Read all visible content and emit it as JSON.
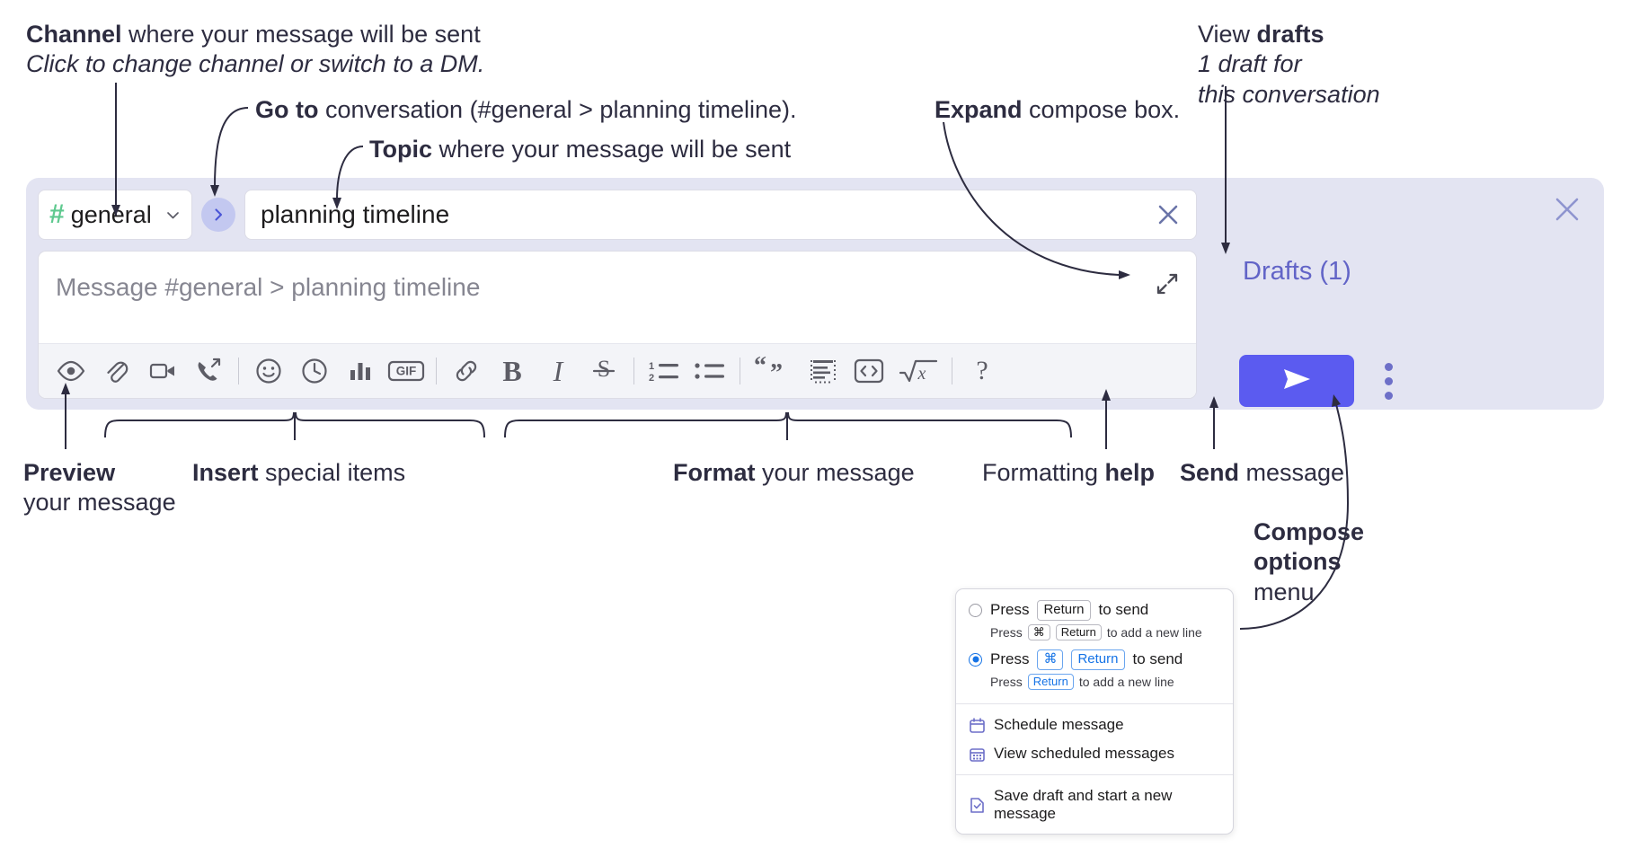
{
  "annotations": {
    "channel": {
      "line1_bold": "Channel",
      "line1_rest": " where your message will be sent",
      "line2_italic": "Click to change channel or switch to a DM."
    },
    "goto": {
      "bold": "Go to",
      "rest": " conversation (#general > planning timeline)."
    },
    "topic": {
      "bold": "Topic",
      "rest": " where your message will be sent"
    },
    "expand": {
      "bold": "Expand",
      "rest": " compose box."
    },
    "drafts": {
      "line1_lt": "View ",
      "line1_bold": "drafts",
      "line2_italic": "1 draft for",
      "line3_italic": "this conversation"
    },
    "preview": {
      "bold": "Preview",
      "line2": "your message"
    },
    "insert": {
      "bold": "Insert",
      "rest": " special items"
    },
    "format": {
      "bold": "Format",
      "rest": " your message"
    },
    "formatting_help": {
      "lt": "Formatting ",
      "bold": "help"
    },
    "send": {
      "bold": "Send",
      "rest": " message"
    },
    "compose_options": {
      "line1": "Compose",
      "line2": "options",
      "line3": "menu"
    }
  },
  "compose": {
    "channel_picker": {
      "hash": "#",
      "name": "general",
      "chevron_icon": "chevron-down-icon"
    },
    "goto_icon": "chevron-right-icon",
    "topic": {
      "value": "planning timeline",
      "clear_icon": "close-icon"
    },
    "message": {
      "placeholder": "Message #general > planning timeline",
      "value": "",
      "expand_icon": "expand-icon"
    },
    "toolbar": [
      {
        "name": "preview-icon",
        "label": "Preview",
        "group": "preview"
      },
      {
        "name": "attachment-icon",
        "label": "Attach file",
        "group": "insert"
      },
      {
        "name": "video-icon",
        "label": "Video clip",
        "group": "insert"
      },
      {
        "name": "audio-call-icon",
        "label": "Audio clip",
        "group": "insert"
      },
      {
        "name": "emoji-icon",
        "label": "Emoji",
        "group": "insert"
      },
      {
        "name": "clock-icon",
        "label": "Reminder",
        "group": "insert"
      },
      {
        "name": "poll-icon",
        "label": "Poll",
        "group": "insert"
      },
      {
        "name": "gif-icon",
        "label": "GIF",
        "group": "insert"
      },
      {
        "name": "link-icon",
        "label": "Link",
        "group": "format"
      },
      {
        "name": "bold-icon",
        "label": "B",
        "group": "format"
      },
      {
        "name": "italic-icon",
        "label": "I",
        "group": "format"
      },
      {
        "name": "strikethrough-icon",
        "label": "S",
        "group": "format"
      },
      {
        "name": "ordered-list-icon",
        "label": "Ordered list",
        "group": "format"
      },
      {
        "name": "bulleted-list-icon",
        "label": "Bulleted list",
        "group": "format"
      },
      {
        "name": "blockquote-icon",
        "label": "Blockquote",
        "group": "format"
      },
      {
        "name": "code-block-icon",
        "label": "Code block",
        "group": "format"
      },
      {
        "name": "code-icon",
        "label": "Code",
        "group": "format"
      },
      {
        "name": "math-icon",
        "label": "Math",
        "group": "format"
      },
      {
        "name": "help-icon",
        "label": "?",
        "group": "help"
      }
    ],
    "panel_close_icon": "close-icon",
    "drafts_label": "Drafts (1)",
    "send_icon": "send-icon",
    "compose_options_icon": "kebab-menu-icon"
  },
  "compose_menu": {
    "option_return": {
      "press": "Press",
      "key": "Return",
      "action": "to send",
      "sub_press": "Press",
      "sub_key1": "⌘",
      "sub_key2": "Return",
      "sub_action": "to add a new line",
      "selected": false
    },
    "option_cmd_return": {
      "press": "Press",
      "key1": "⌘",
      "key2": "Return",
      "action": "to send",
      "sub_press": "Press",
      "sub_key": "Return",
      "sub_action": "to add a new line",
      "selected": true
    },
    "items": [
      {
        "icon": "calendar-schedule-icon",
        "label": "Schedule message"
      },
      {
        "icon": "calendar-grid-icon",
        "label": "View scheduled messages"
      },
      {
        "icon": "save-draft-icon",
        "label": "Save draft and start a new message"
      }
    ]
  },
  "colors": {
    "compose_background": "#e3e4f2",
    "send_button": "#5b5bf0",
    "hash_green": "#5fc98f",
    "drafts_link": "#6264c7",
    "accent_blue": "#1573e6",
    "goto_button": "#c3c8f0",
    "toolbar_background": "#f3f4f8",
    "text_dark": "#2d2c40"
  }
}
